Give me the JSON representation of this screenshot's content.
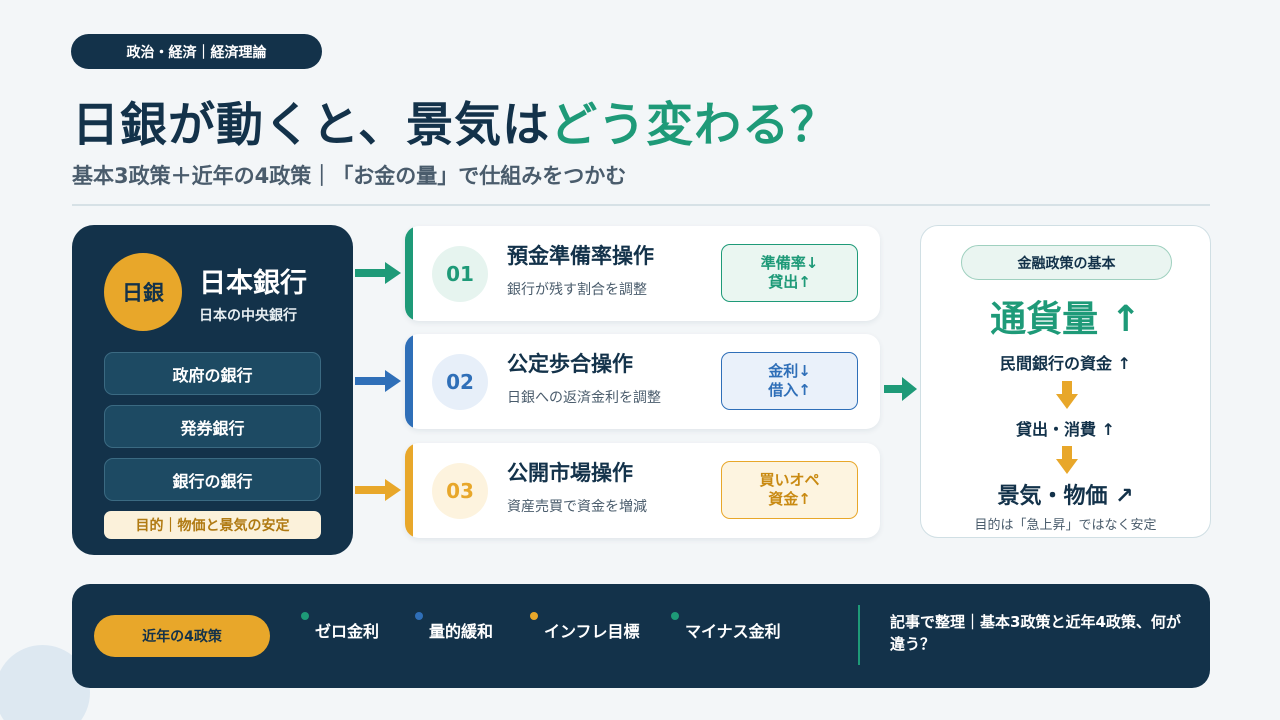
{
  "header": {
    "tag": "政治・経済｜経済理論",
    "title_main": "日銀が動くと、景気は",
    "title_accent": "どう変わる？",
    "subtitle": "基本3政策＋近年の4政策｜「お金の量」で仕組みをつかむ"
  },
  "boj": {
    "circle_label": "日銀",
    "name": "日本銀行",
    "description": "日本の中央銀行",
    "roles": [
      "政府の銀行",
      "発券銀行",
      "銀行の銀行"
    ],
    "goal": "目的｜物価と景気の安定"
  },
  "policies": [
    {
      "number": "01",
      "title": "預金準備率操作",
      "description": "銀行が残す割合を調整",
      "effect": "準備率↓\n貸出↑",
      "color": "#1e9a78"
    },
    {
      "number": "02",
      "title": "公定歩合操作",
      "description": "日銀への返済金利を調整",
      "effect": "金利↓\n借入↑",
      "color": "#2f6fb8"
    },
    {
      "number": "03",
      "title": "公開市場操作",
      "description": "資産売買で資金を増減",
      "effect": "買いオペ\n資金↑",
      "color": "#e8a72a"
    }
  ],
  "basic": {
    "pill": "金融政策の基本",
    "money": "通貨量 ↑",
    "step1": "民間銀行の資金 ↑",
    "step2": "貸出・消費 ↑",
    "step3": "景気・物価 ↗",
    "note": "目的は「急上昇」ではなく安定"
  },
  "recent": {
    "label": "近年の4政策",
    "items": [
      {
        "label": "ゼロ金利",
        "color": "#1e9a78"
      },
      {
        "label": "量的緩和",
        "color": "#2f6fb8"
      },
      {
        "label": "インフレ目標",
        "color": "#e8a72a"
      },
      {
        "label": "マイナス金利",
        "color": "#1e9a78"
      }
    ],
    "article": "記事で整理｜基本3政策と近年4政策、何が違う？"
  },
  "colors": {
    "navy": "#13324a",
    "green": "#1e9a78",
    "blue": "#2f6fb8",
    "gold": "#e8a72a"
  }
}
